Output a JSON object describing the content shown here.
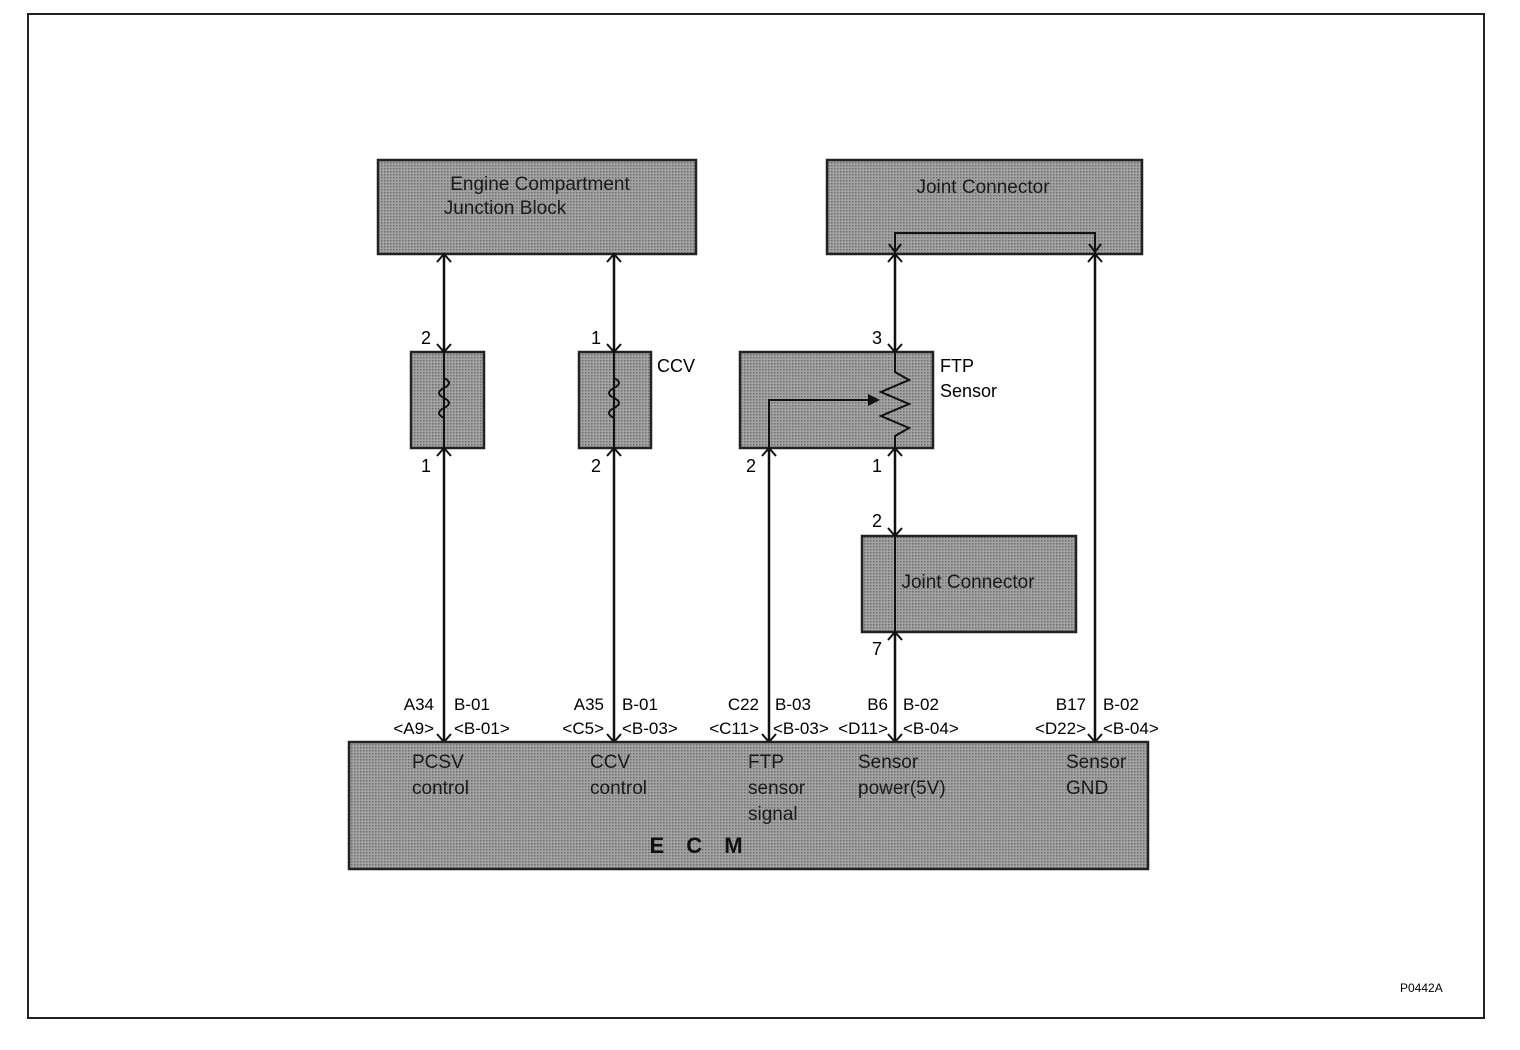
{
  "figure_code": "P0442A",
  "boxes": {
    "junction_block": [
      "Engine Compartment",
      "Junction Block"
    ],
    "joint_connector_top": "Joint Connector",
    "joint_connector_mid": "Joint Connector",
    "ccv": "CCV",
    "ftp_sensor": [
      "FTP",
      "Sensor"
    ],
    "ecm": "E C M"
  },
  "pins": {
    "pcsv_top": "2",
    "pcsv_bottom": "1",
    "ccv_top": "1",
    "ccv_bottom": "2",
    "ftp_top": "3",
    "ftp_left": "2",
    "ftp_bottom": "1",
    "joint_top": "2",
    "joint_bottom": "7"
  },
  "ecm_terminals": [
    {
      "pin": "A34",
      "pin_alt": "<A9>",
      "conn": "B-01",
      "conn_alt": "<B-01>",
      "func": [
        "PCSV",
        "control"
      ]
    },
    {
      "pin": "A35",
      "pin_alt": "<C5>",
      "conn": "B-01",
      "conn_alt": "<B-03>",
      "func": [
        "CCV",
        "control"
      ]
    },
    {
      "pin": "C22",
      "pin_alt": "<C11>",
      "conn": "B-03",
      "conn_alt": "<B-03>",
      "func": [
        "FTP",
        "sensor",
        "signal"
      ]
    },
    {
      "pin": "B6",
      "pin_alt": "<D11>",
      "conn": "B-02",
      "conn_alt": "<B-04>",
      "func": [
        "Sensor",
        "power(5V)"
      ]
    },
    {
      "pin": "B17",
      "pin_alt": "<D22>",
      "conn": "B-02",
      "conn_alt": "<B-04>",
      "func": [
        "Sensor",
        "GND"
      ]
    }
  ],
  "colors": {
    "box_fill": "#8c8c8c",
    "line": "#111111",
    "border": "#222222"
  }
}
